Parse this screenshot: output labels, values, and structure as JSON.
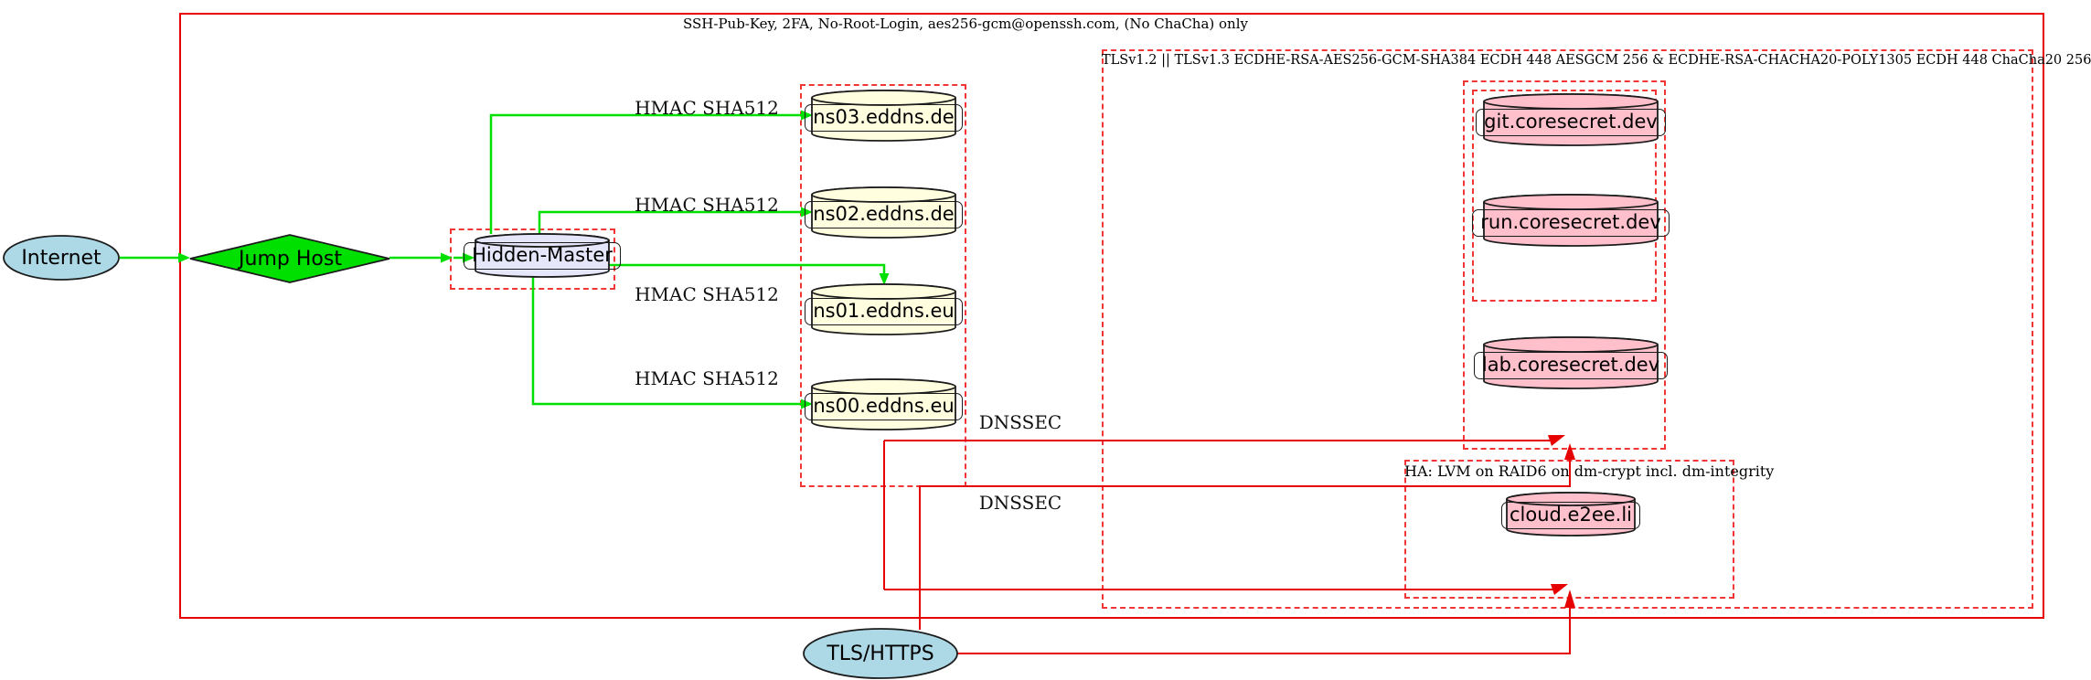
{
  "clusters": {
    "ssh": {
      "label": "SSH-Pub-Key, 2FA, No-Root-Login, aes256-gcm@openssh.com, (No ChaCha) only"
    },
    "tls": {
      "label": "TLSv1.2 || TLSv1.3 ECDHE-RSA-AES256-GCM-SHA384 ECDH 448 AESGCM 256 & ECDHE-RSA-CHACHA20-POLY1305 ECDH 448 ChaCha20 256"
    },
    "ha": {
      "label": "HA: LVM on RAID6 on dm-crypt incl. dm-integrity"
    }
  },
  "nodes": {
    "internet": {
      "label": "Internet"
    },
    "jump_host": {
      "label": "Jump Host"
    },
    "hidden_master": {
      "label": "Hidden-Master"
    },
    "ns03": {
      "label": "ns03.eddns.de"
    },
    "ns02": {
      "label": "ns02.eddns.de"
    },
    "ns01": {
      "label": "ns01.eddns.eu"
    },
    "ns00": {
      "label": "ns00.eddns.eu"
    },
    "git": {
      "label": "git.coresecret.dev"
    },
    "run": {
      "label": "run.coresecret.dev"
    },
    "lab": {
      "label": "lab.coresecret.dev"
    },
    "cloud": {
      "label": "cloud.e2ee.li"
    },
    "tls_https": {
      "label": "TLS/HTTPS"
    }
  },
  "edge_labels": {
    "hmac": "HMAC SHA512",
    "dnssec": "DNSSEC"
  },
  "edges": [
    {
      "from": "Internet",
      "to": "Jump Host",
      "label": ""
    },
    {
      "from": "Jump Host",
      "to": "Hidden-Master",
      "label": ""
    },
    {
      "from": "Hidden-Master",
      "to": "ns03.eddns.de",
      "label": "HMAC SHA512"
    },
    {
      "from": "Hidden-Master",
      "to": "ns02.eddns.de",
      "label": "HMAC SHA512"
    },
    {
      "from": "Hidden-Master",
      "to": "ns01.eddns.eu",
      "label": "HMAC SHA512"
    },
    {
      "from": "Hidden-Master",
      "to": "ns00.eddns.eu",
      "label": "HMAC SHA512"
    },
    {
      "from": "dns-cluster",
      "to": "coresecret-cluster",
      "label": "DNSSEC"
    },
    {
      "from": "dns-cluster",
      "to": "ha-cluster",
      "label": "DNSSEC"
    },
    {
      "from": "TLS/HTTPS",
      "to": "coresecret-cluster",
      "label": ""
    },
    {
      "from": "TLS/HTTPS",
      "to": "ha-cluster",
      "label": ""
    }
  ],
  "colors": {
    "cluster_border": "#e60000",
    "edge_red": "#e60000",
    "edge_green": "#00e000",
    "diamond_fill": "#00e000",
    "endpoint_fill": "#add8e6",
    "master_fill": "#e6e6fa",
    "dns_fill": "#ffffe0",
    "service_fill": "#ffc0cb"
  }
}
